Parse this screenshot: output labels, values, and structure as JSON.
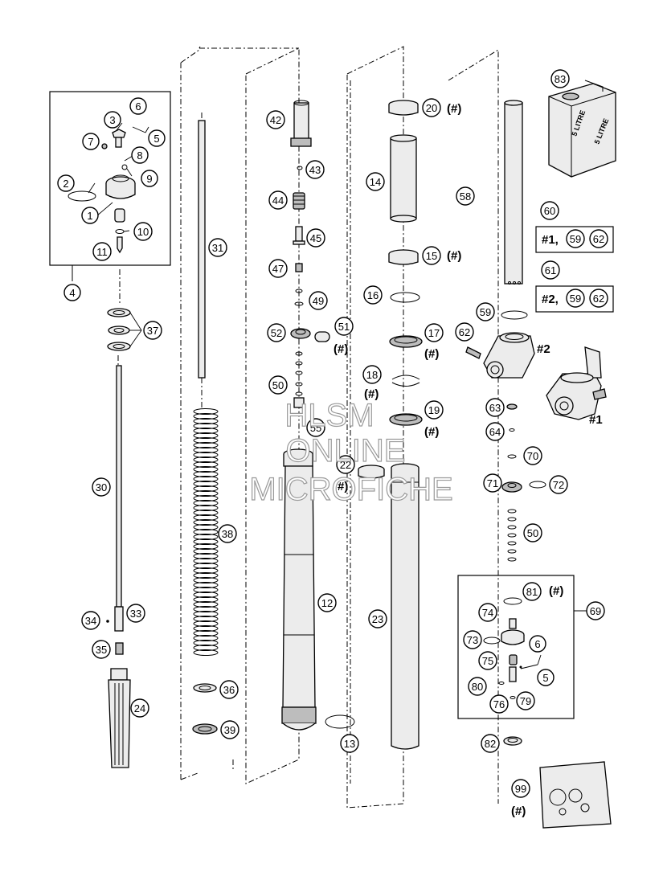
{
  "watermark": {
    "line1": "HLSM",
    "line2": "ONLINE",
    "line3": "MICROFICHE"
  },
  "oil_can_label": "5 LITRE",
  "oil_can_label_small": "5 LITRE",
  "hash": "(#)",
  "ref_1": "#1",
  "ref_2": "#2",
  "ref_box_1": "#1,",
  "ref_box_2": "#2,",
  "callouts": {
    "c1": "1",
    "c2": "2",
    "c3": "3",
    "c4": "4",
    "c5": "5",
    "c6": "6",
    "c7": "7",
    "c8": "8",
    "c9": "9",
    "c10": "10",
    "c11": "11",
    "c12": "12",
    "c13": "13",
    "c14": "14",
    "c15": "15",
    "c16": "16",
    "c17": "17",
    "c18": "18",
    "c19": "19",
    "c20": "20",
    "c22": "22",
    "c23": "23",
    "c24": "24",
    "c30": "30",
    "c31": "31",
    "c33": "33",
    "c34": "34",
    "c35": "35",
    "c36": "36",
    "c37": "37",
    "c38": "38",
    "c39": "39",
    "c42": "42",
    "c43": "43",
    "c44": "44",
    "c45": "45",
    "c47": "47",
    "c49": "49",
    "c50": "50",
    "c51": "51",
    "c52": "52",
    "c55": "55",
    "c58": "58",
    "c59": "59",
    "c60": "60",
    "c61": "61",
    "c62": "62",
    "c63": "63",
    "c64": "64",
    "c69": "69",
    "c70": "70",
    "c71": "71",
    "c72": "72",
    "c73": "73",
    "c74": "74",
    "c75": "75",
    "c76": "76",
    "c79": "79",
    "c80": "80",
    "c81": "81",
    "c82": "82",
    "c83": "83",
    "c99": "99"
  }
}
